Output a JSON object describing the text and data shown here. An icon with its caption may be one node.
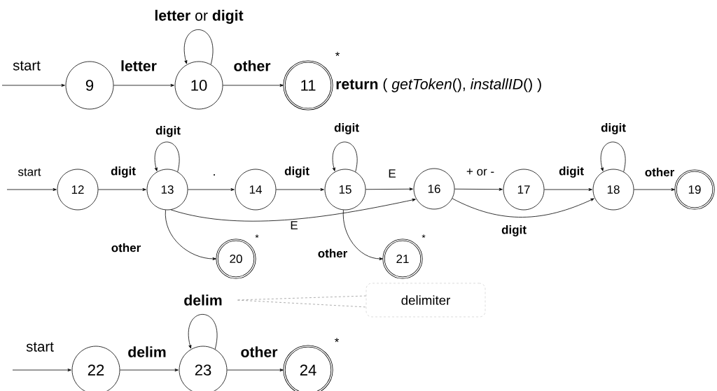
{
  "diagram": {
    "nodes": [
      {
        "text": [
          "9"
        ]
      },
      {
        "text": [
          "10"
        ]
      },
      {
        "text": [
          "11"
        ],
        "beside": [
          "*",
          "**return** ( *getToken*(), *installID*() )"
        ]
      },
      {
        "text": [
          "12"
        ]
      },
      {
        "text": [
          "13"
        ]
      },
      {
        "text": [
          "14"
        ]
      },
      {
        "text": [
          "15"
        ]
      },
      {
        "text": [
          "16"
        ]
      },
      {
        "text": [
          "17"
        ]
      },
      {
        "text": [
          "18"
        ]
      },
      {
        "text": [
          "19"
        ]
      },
      {
        "text": [
          "20"
        ],
        "beside": [
          "*"
        ]
      },
      {
        "text": [
          "21"
        ],
        "beside": [
          "*"
        ]
      },
      {
        "text": [
          "22"
        ]
      },
      {
        "text": [
          "23"
        ]
      },
      {
        "text": [
          "24"
        ],
        "beside": [
          "*"
        ]
      },
      {
        "text": [
          "delimiter"
        ]
      }
    ],
    "edges": [
      {
        "from": null,
        "to": 0,
        "arrow": "to",
        "label": "start"
      },
      {
        "from": 0,
        "to": 1,
        "arrow": "to",
        "label": "letter"
      },
      {
        "from": 1,
        "to": 1,
        "arrow": "to",
        "label": "**letter** or **digit**"
      },
      {
        "from": 1,
        "to": 2,
        "arrow": "to",
        "label": "other"
      },
      {
        "from": null,
        "to": 3,
        "arrow": "to",
        "label": "start"
      },
      {
        "from": 3,
        "to": 4,
        "arrow": "to",
        "label": "digit"
      },
      {
        "from": 4,
        "to": 4,
        "arrow": "to",
        "label": "digit"
      },
      {
        "from": 4,
        "to": 5,
        "arrow": "to",
        "label": "."
      },
      {
        "from": 5,
        "to": 6,
        "arrow": "to",
        "label": "digit"
      },
      {
        "from": 6,
        "to": 6,
        "arrow": "to",
        "label": "digit"
      },
      {
        "from": 6,
        "to": 7,
        "arrow": "to",
        "label": "E"
      },
      {
        "from": 7,
        "to": 8,
        "arrow": "to",
        "label": "+ or -"
      },
      {
        "from": 8,
        "to": 9,
        "arrow": "to",
        "label": "digit"
      },
      {
        "from": 9,
        "to": 9,
        "arrow": "to",
        "label": "digit"
      },
      {
        "from": 9,
        "to": 10,
        "arrow": "to",
        "label": "other"
      },
      {
        "from": 4,
        "to": 7,
        "arrow": "to",
        "label": "E"
      },
      {
        "from": 7,
        "to": 9,
        "arrow": "to",
        "label": "digit"
      },
      {
        "from": 4,
        "to": 11,
        "arrow": "to",
        "label": "other"
      },
      {
        "from": 6,
        "to": 12,
        "arrow": "to",
        "label": "other"
      },
      {
        "from": null,
        "to": 13,
        "arrow": "to",
        "label": "start"
      },
      {
        "from": 13,
        "to": 14,
        "arrow": "to",
        "label": "delim"
      },
      {
        "from": 14,
        "to": 14,
        "arrow": "to",
        "label": "delim"
      },
      {
        "from": 14,
        "to": 15,
        "arrow": "to",
        "label": "other"
      },
      {
        "from": 16,
        "to": null,
        "arrow": "none",
        "style": "dashed",
        "color": "#999999"
      }
    ]
  }
}
